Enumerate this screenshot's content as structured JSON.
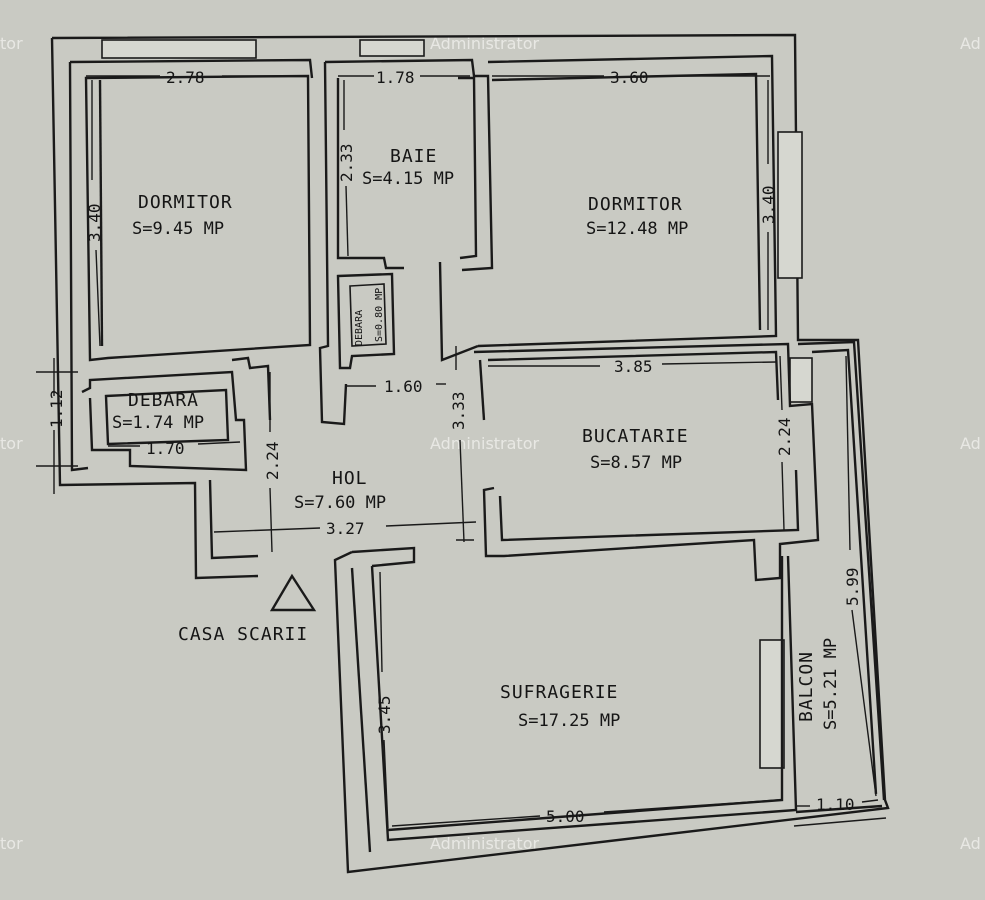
{
  "watermark": "Administrator",
  "watermark_partial_left": "tor",
  "watermark_partial_right": "Ad",
  "rooms": {
    "dormitor1": {
      "name": "DORMITOR",
      "area": "S=9.45 MP"
    },
    "baie": {
      "name": "BAIE",
      "area": "S=4.15 MP"
    },
    "dormitor2": {
      "name": "DORMITOR",
      "area": "S=12.48 MP"
    },
    "debara_small": {
      "name": "DEBARA",
      "area": "S=0.80 MP"
    },
    "debara": {
      "name": "DEBARA",
      "area": "S=1.74 MP"
    },
    "bucatarie": {
      "name": "BUCATARIE",
      "area": "S=8.57 MP"
    },
    "hol": {
      "name": "HOL",
      "area": "S=7.60 MP"
    },
    "sufragerie": {
      "name": "SUFRAGERIE",
      "area": "S=17.25 MP"
    },
    "balcon": {
      "name": "BALCON",
      "area": "S=5.21 MP"
    }
  },
  "stairs_label": "CASA SCARII",
  "dimensions": {
    "d_2_78": "2.78",
    "d_1_78": "1.78",
    "d_3_60": "3.60",
    "d_3_40_left": "3.40",
    "d_2_33": "2.33",
    "d_3_40_right": "3.40",
    "d_3_85": "3.85",
    "d_1_60": "1.60",
    "d_3_33": "3.33",
    "d_1_12": "1.12",
    "d_1_70": "1.70",
    "d_2_24_hol": "2.24",
    "d_2_24_buc": "2.24",
    "d_3_27": "3.27",
    "d_5_99": "5.99",
    "d_3_45": "3.45",
    "d_5_00": "5.00",
    "d_1_10": "1.10"
  }
}
